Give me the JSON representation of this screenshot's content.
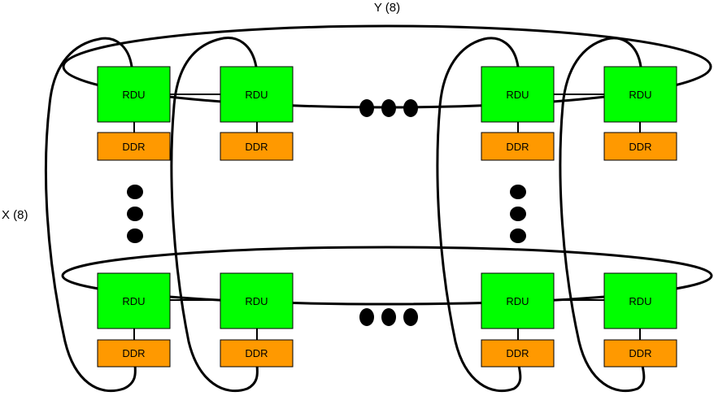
{
  "diagram": {
    "y_label": "Y (8)",
    "x_label": "X (8)",
    "rdu_label": "RDU",
    "ddr_label": "DDR",
    "colors": {
      "rdu_fill": "#00ff00",
      "ddr_fill": "#ff9900",
      "stroke": "#000000"
    },
    "nodes": [
      {
        "rdu": "RDU",
        "ddr": "DDR"
      },
      {
        "rdu": "RDU",
        "ddr": "DDR"
      },
      {
        "rdu": "RDU",
        "ddr": "DDR"
      },
      {
        "rdu": "RDU",
        "ddr": "DDR"
      },
      {
        "rdu": "RDU",
        "ddr": "DDR"
      },
      {
        "rdu": "RDU",
        "ddr": "DDR"
      },
      {
        "rdu": "RDU",
        "ddr": "DDR"
      },
      {
        "rdu": "RDU",
        "ddr": "DDR"
      }
    ]
  }
}
